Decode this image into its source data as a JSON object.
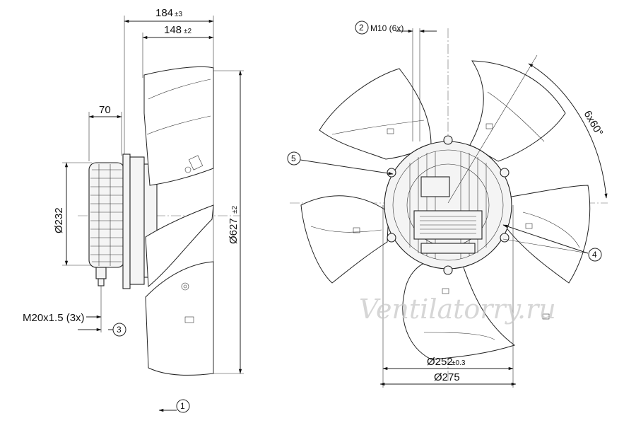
{
  "side_view": {
    "dim_overall_depth": "184",
    "dim_overall_depth_tol": "±3",
    "dim_blade_depth": "148",
    "dim_blade_depth_tol": "±2",
    "dim_motor_offset": "70",
    "dim_motor_diameter": "Ø232",
    "dim_fan_diameter": "Ø627",
    "dim_fan_diameter_tol": "±2",
    "cable_gland_label": "M20x1.5 (3x)",
    "callout_3": "3",
    "callout_1": "1"
  },
  "front_view": {
    "callout_2": "2",
    "mounting_thread_label": "M10 (6x)",
    "angle_label": "6x60°",
    "callout_5": "5",
    "callout_4": "4",
    "dim_bolt_circle": "Ø252",
    "dim_bolt_circle_tol": "±0.3",
    "dim_flange_diameter": "Ø275"
  },
  "watermark": "Ventilatorry.ru"
}
